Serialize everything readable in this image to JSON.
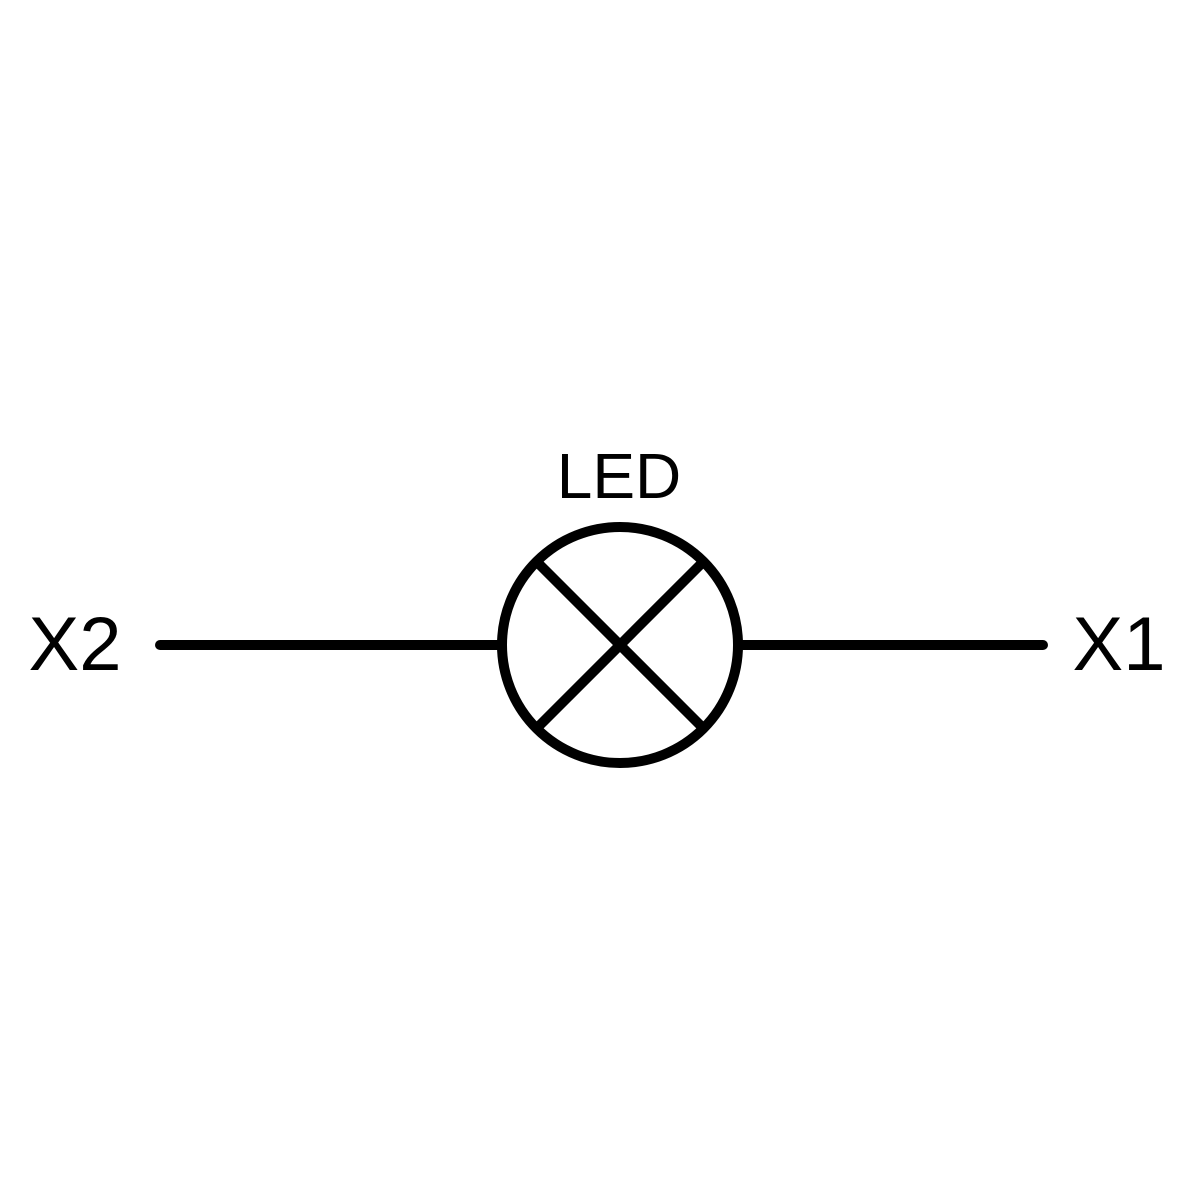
{
  "diagram": {
    "type": "electrical-schematic-symbol",
    "component": {
      "label": "LED",
      "symbol": "lamp-circle-with-cross"
    },
    "terminals": {
      "left": "X2",
      "right": "X1"
    },
    "colors": {
      "stroke": "#000000",
      "background": "#ffffff"
    }
  }
}
